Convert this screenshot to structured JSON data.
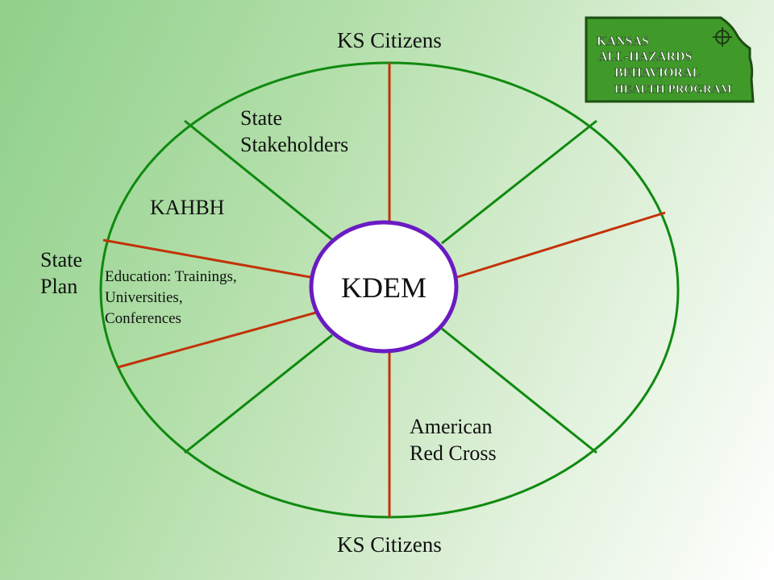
{
  "diagram": {
    "hub": {
      "label": "KDEM"
    },
    "labels": {
      "top": "KS Citizens",
      "bottom": "KS Citizens",
      "state_stakeholders": [
        "State",
        "Stakeholders"
      ],
      "kahbh": "KAHBH",
      "state_plan": [
        "State",
        "Plan"
      ],
      "education": [
        "Education: Trainings,",
        "Universities,",
        "Conferences"
      ],
      "red_cross": [
        "American",
        "Red Cross"
      ]
    },
    "logo": {
      "lines": [
        "KANSAS",
        "ALL-HAZARDS",
        "BEHAVIORAL",
        "HEALTH PROGRAM"
      ]
    },
    "colors": {
      "ring": "#108a10",
      "red_spoke": "#c23208",
      "green_spoke": "#108a10",
      "hub_border": "#6a1bc2",
      "logo_green": "#3f9a2a"
    }
  }
}
